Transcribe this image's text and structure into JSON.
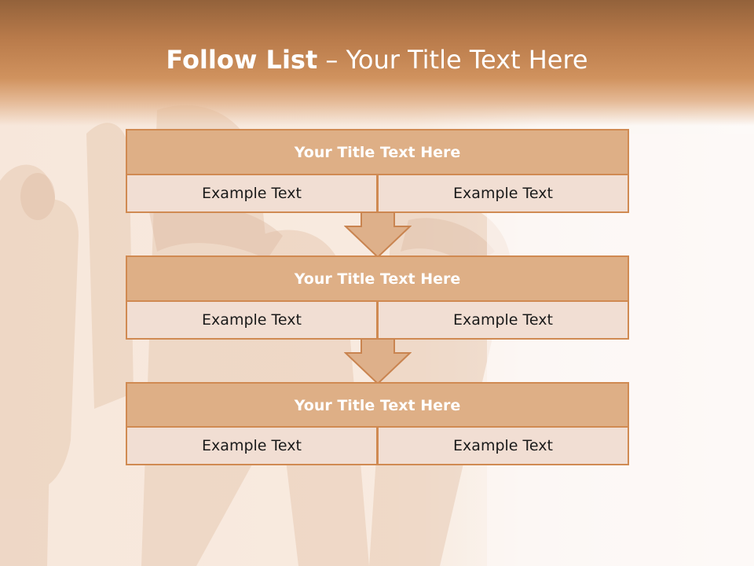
{
  "slide": {
    "title_bold": "Follow List",
    "title_separator": "–",
    "title_rest": "Your Title Text Here"
  },
  "blocks": [
    {
      "title": "Your Title Text Here",
      "left": "Example Text",
      "right": "Example Text"
    },
    {
      "title": "Your Title Text Here",
      "left": "Example Text",
      "right": "Example Text"
    },
    {
      "title": "Your Title Text Here",
      "left": "Example Text",
      "right": "Example Text"
    }
  ],
  "colors": {
    "header": "#c98a58",
    "box_title_fill": "#deaf86",
    "box_cell_fill": "#f1ded3",
    "border": "#d08a52",
    "arrow_fill": "#deb08a"
  },
  "icons": {
    "arrow": "down-arrow-icon"
  }
}
